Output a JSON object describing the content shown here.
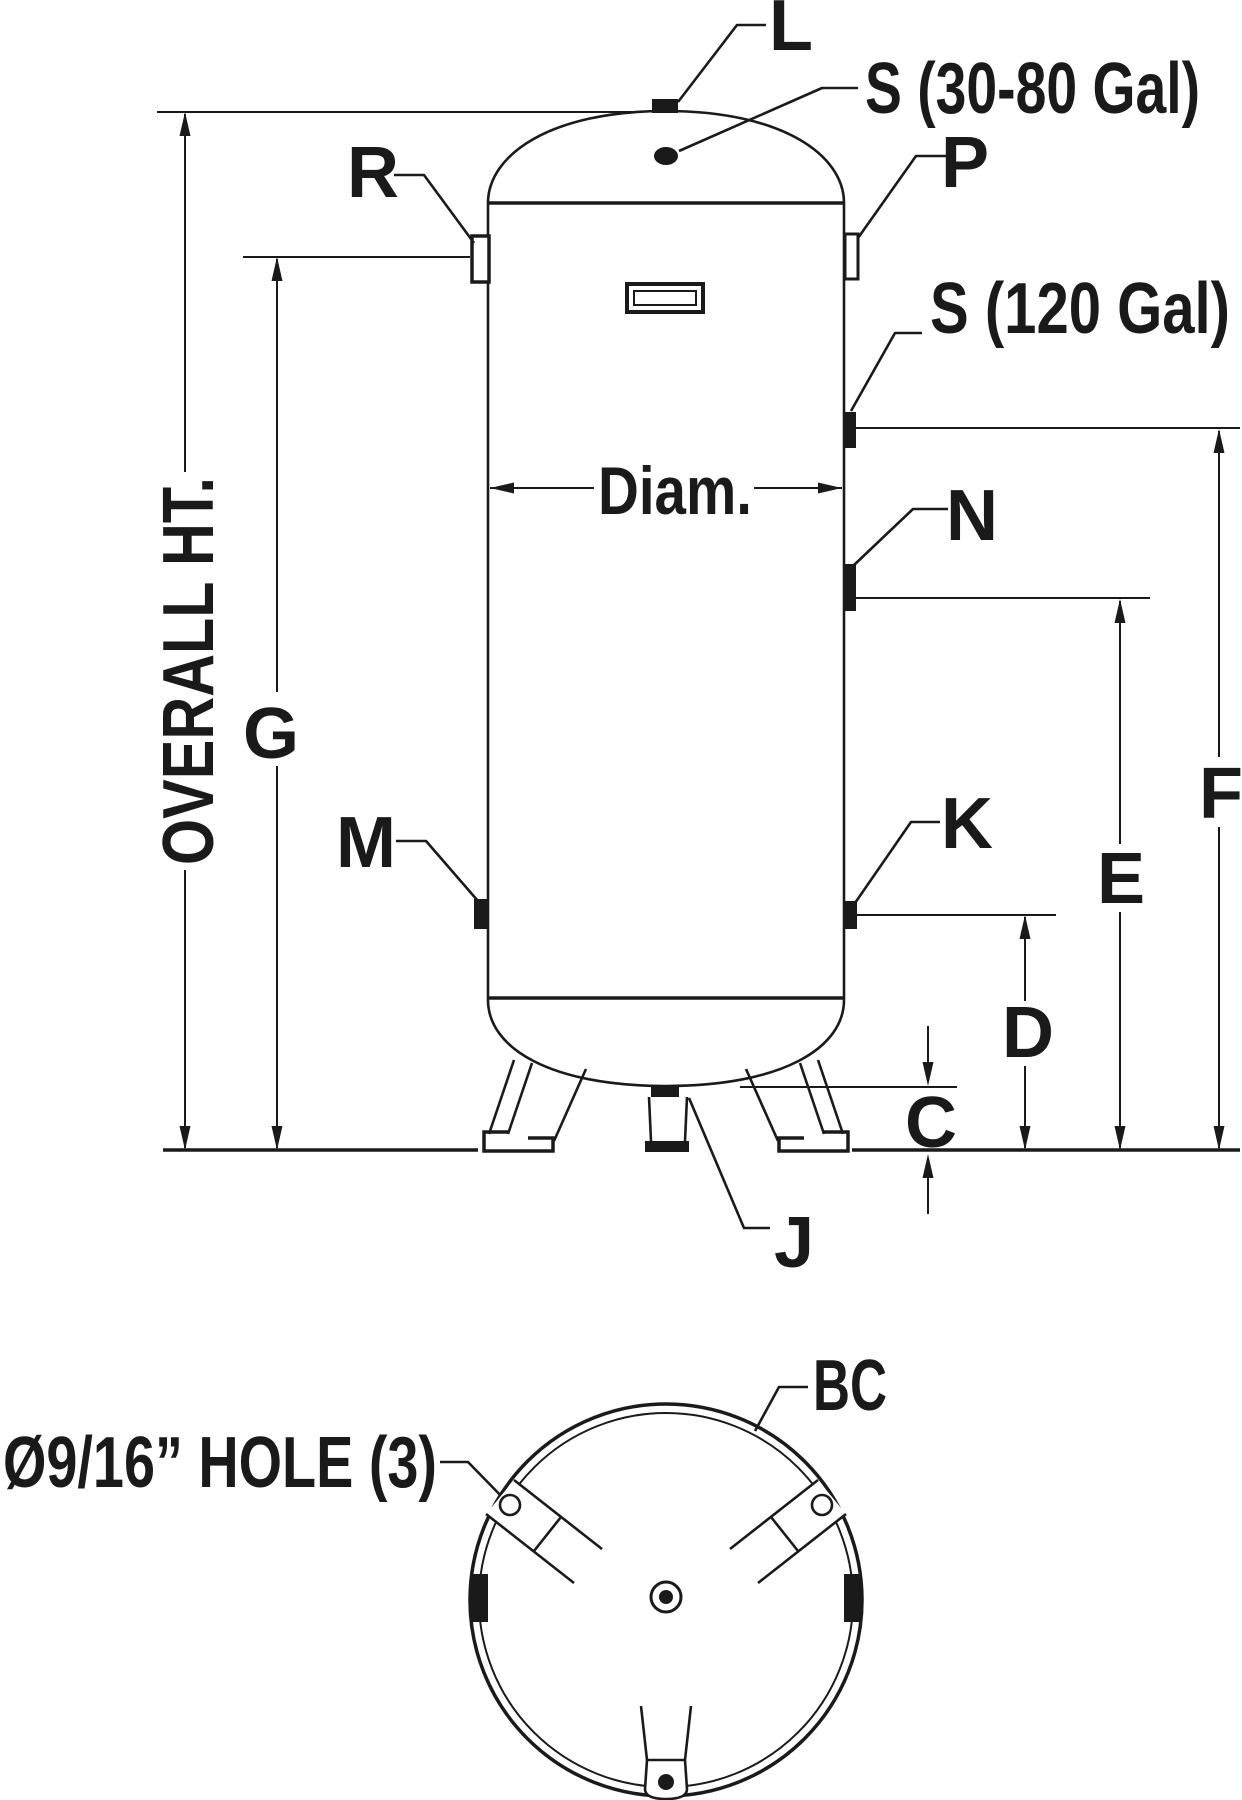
{
  "diagram": {
    "side_view": {
      "labels": {
        "overall_height": "OVERALL HT.",
        "g": "G",
        "diam": "Diam.",
        "l": "L",
        "s_30_80": "S (30-80 Gal)",
        "s_120": "S (120 Gal)",
        "r": "R",
        "p": "P",
        "n": "N",
        "m": "M",
        "k": "K",
        "j": "J",
        "c": "C",
        "d": "D",
        "e": "E",
        "f": "F"
      }
    },
    "bottom_view": {
      "labels": {
        "bc": "BC",
        "hole": "Ø9/16” HOLE (3)"
      }
    },
    "colors": {
      "ink": "#1a1a1a",
      "background": "#ffffff"
    }
  }
}
